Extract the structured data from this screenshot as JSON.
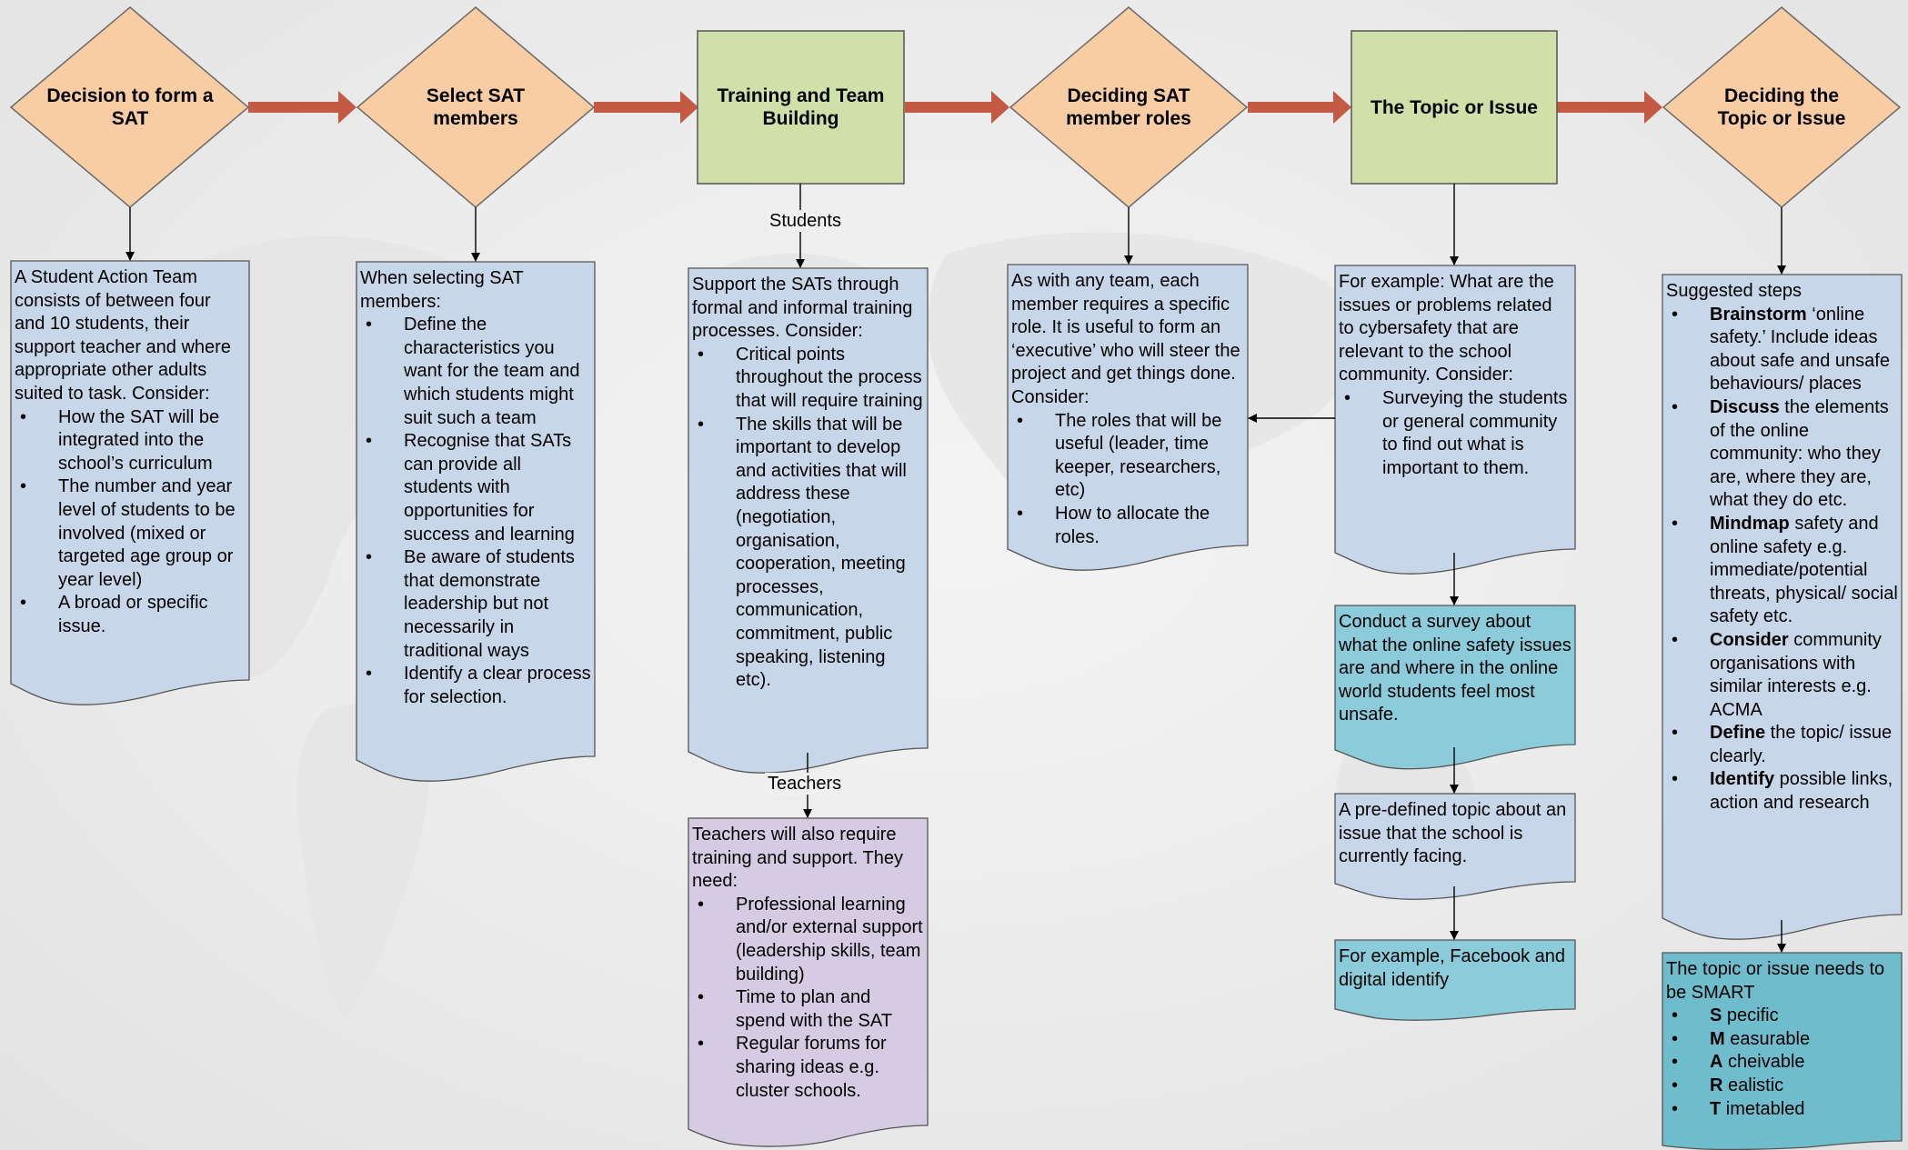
{
  "colors": {
    "diamond": "#f9cda4",
    "green_box": "#cfe0a8",
    "blue_doc": "#c7d6e8",
    "purple_doc": "#d5cbe3",
    "teal_doc": "#8ccbd9",
    "flow_arrow": "#c55a44"
  },
  "stages": {
    "s1_title": "Decision to form a SAT",
    "s2_title": "Select SAT members",
    "s3_title": "Training and Team Building",
    "s4_title": "Deciding SAT member roles",
    "s5_title": "The Topic or Issue",
    "s6_title": "Deciding the Topic or Issue"
  },
  "edge_labels": {
    "students": "Students",
    "teachers": "Teachers"
  },
  "notes": {
    "sat_intro": "A Student Action Team consists of between four and 10 students, their support teacher and where appropriate other adults suited to task. Consider:",
    "sat_items": [
      "How the SAT will be integrated into the school’s curriculum",
      "The number and year level of students to be involved (mixed or targeted age group or year level)",
      "A broad or specific issue."
    ],
    "select_intro": "When selecting SAT members:",
    "select_items": [
      "Define the characteristics you want for the team and which students might suit such a team",
      "Recognise that SATs can provide all students with opportunities for success and learning",
      "Be aware of students that demonstrate leadership but not necessarily in traditional ways",
      "Identify a clear process for selection."
    ],
    "students_intro": "Support the SATs through formal and informal training processes. Consider:",
    "students_items": [
      "Critical points throughout the process that will require training",
      "The skills that will be important to develop and activities that will address these (negotiation, organisation, cooperation, meeting processes, communication, commitment, public speaking, listening etc)."
    ],
    "teachers_intro": "Teachers will also require training and support. They need:",
    "teachers_items": [
      "Professional learning and/or external support (leadership skills, team building)",
      "Time to plan and spend with the SAT",
      "Regular forums for sharing ideas e.g. cluster schools."
    ],
    "roles_intro": "As with any team, each member requires a specific role. It is useful to form an ‘executive’ who will steer the project and get things done. Consider:",
    "roles_items": [
      "The roles that will be useful (leader, time keeper, researchers, etc)",
      "How to allocate the roles."
    ],
    "topic_intro": "For example: What are the issues or problems related to cybersafety that are relevant to the school community. Consider:",
    "topic_items": [
      "Surveying the students or general community to find out what is important to them."
    ],
    "survey_text": "Conduct a survey about what the online safety issues are and where in the online world students feel most unsafe.",
    "predefined_text": "A pre-defined topic about an issue that the school is currently facing.",
    "facebook_text": "For example, Facebook and digital identify",
    "steps_intro": "Suggested steps",
    "steps": [
      {
        "bold": "Brainstorm",
        "rest": " ‘online safety.’ Include ideas about safe and unsafe behaviours/ places"
      },
      {
        "bold": "Discuss",
        "rest": " the elements of the online community: who they are, where they are, what they do etc."
      },
      {
        "bold": "Mindmap",
        "rest": " safety and online safety e.g. immediate/potential threats, physical/ social safety etc."
      },
      {
        "bold": "Consider",
        "rest": " community organisations with similar interests e.g. ACMA"
      },
      {
        "bold": "Define",
        "rest": " the topic/ issue clearly."
      },
      {
        "bold": "Identify",
        "rest": " possible links, action and research"
      }
    ],
    "smart_intro": "The topic or issue needs to be SMART",
    "smart": [
      {
        "bold": "S",
        "rest": " pecific"
      },
      {
        "bold": "M",
        "rest": " easurable"
      },
      {
        "bold": "A",
        "rest": " cheivable"
      },
      {
        "bold": "R",
        "rest": " ealistic"
      },
      {
        "bold": "T",
        "rest": " imetabled"
      }
    ]
  }
}
